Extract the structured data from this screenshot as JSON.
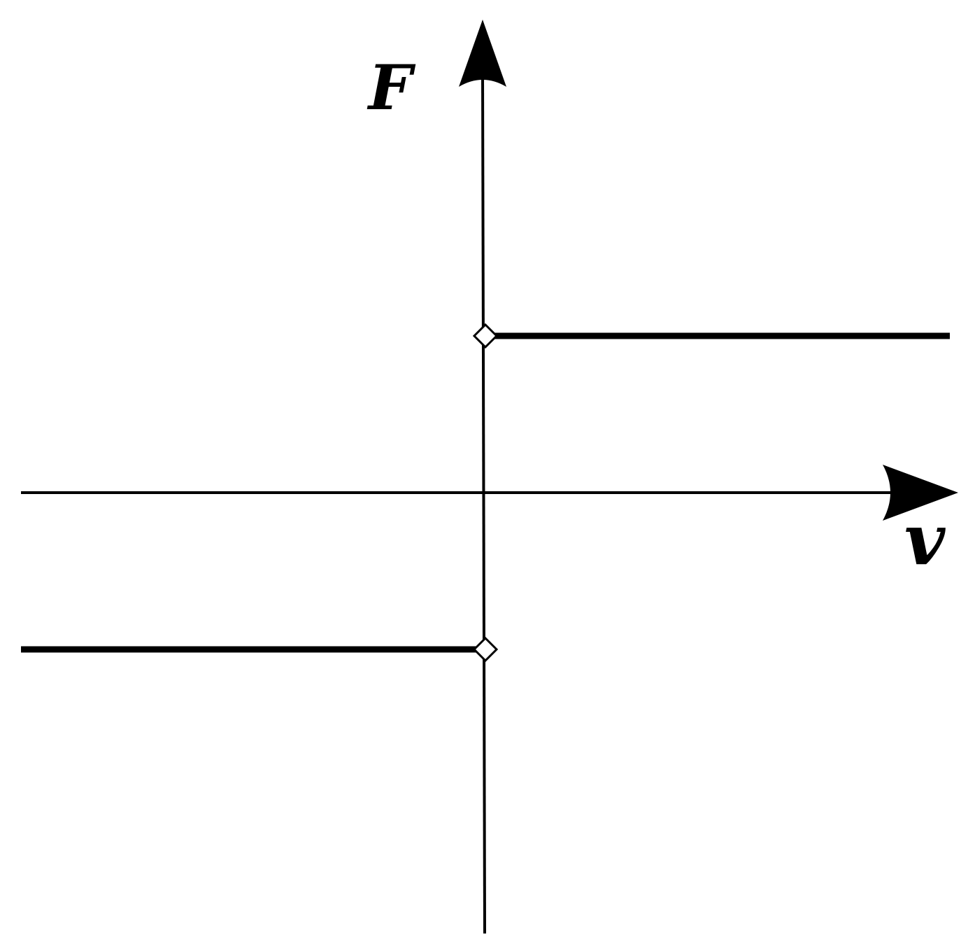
{
  "chart_data": {
    "type": "line",
    "xlabel": "v",
    "ylabel": "F",
    "grid": false,
    "legend": "none",
    "colors": {
      "background": "#ffffff",
      "line": "#000000",
      "marker_fill": "#ffffff"
    },
    "xlim": [
      -1,
      1
    ],
    "ylim": [
      -2.4,
      2.4
    ],
    "series": [
      {
        "x": [
          -1,
          0
        ],
        "y": [
          -1,
          -1
        ],
        "end_marker": "open-diamond"
      },
      {
        "x": [
          0,
          1
        ],
        "y": [
          1,
          1
        ],
        "start_marker": "open-diamond"
      }
    ]
  }
}
